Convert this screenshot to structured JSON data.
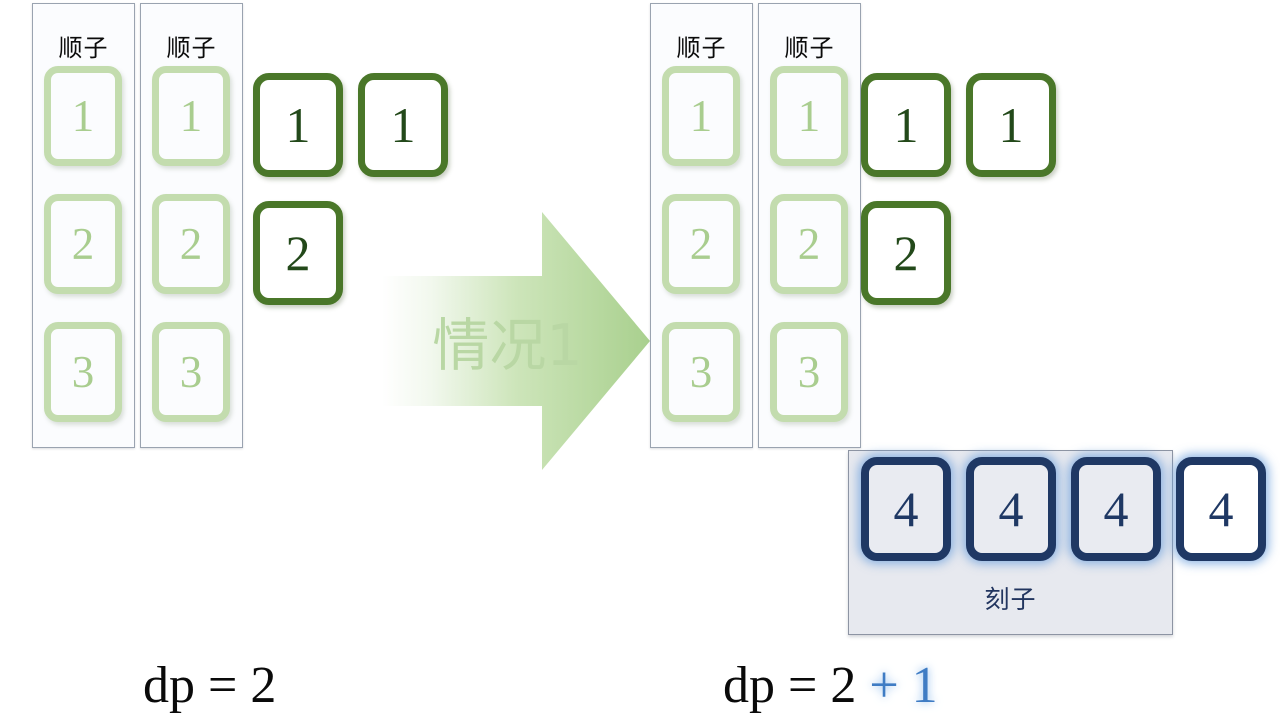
{
  "diagram": {
    "title": "Mahjong DP case 1",
    "colors": {
      "ghost_tile_border": "#c3dcae",
      "ghost_tile_text": "#a9cd8f",
      "green_tile_border": "#4a7729",
      "green_tile_text": "#23491a",
      "navy_tile_border": "#1f3864",
      "navy_tile_fill": "#e9ebf1",
      "navy_glow": "#6ea0dc",
      "panel_fill_light": "#fbfcfe",
      "panel_fill_gray": "#e7e9ef",
      "arrow_green": "#b0d498",
      "accent_blue": "#3f7cc4"
    }
  },
  "left_side": {
    "sequence_columns": [
      {
        "label": "顺子",
        "tiles": [
          "1",
          "2",
          "3"
        ]
      },
      {
        "label": "顺子",
        "tiles": [
          "1",
          "2",
          "3"
        ]
      }
    ],
    "loose_tiles": [
      {
        "value": "1",
        "row": 0,
        "col": 0
      },
      {
        "value": "1",
        "row": 0,
        "col": 1
      },
      {
        "value": "2",
        "row": 1,
        "col": 0
      }
    ],
    "formula": {
      "prefix": "dp = 2",
      "accent": ""
    }
  },
  "arrow": {
    "label": "情况1",
    "direction": "right"
  },
  "right_side": {
    "sequence_columns": [
      {
        "label": "顺子",
        "tiles": [
          "1",
          "2",
          "3"
        ]
      },
      {
        "label": "顺子",
        "tiles": [
          "1",
          "2",
          "3"
        ]
      }
    ],
    "loose_tiles": [
      {
        "value": "1",
        "row": 0,
        "col": 0
      },
      {
        "value": "1",
        "row": 0,
        "col": 1
      },
      {
        "value": "2",
        "row": 1,
        "col": 0
      }
    ],
    "triplet_group": {
      "label": "刻子",
      "inside_tiles": [
        "4",
        "4",
        "4"
      ],
      "outside_tile": "4"
    },
    "formula": {
      "prefix": "dp = 2 ",
      "accent": "+ 1"
    }
  }
}
